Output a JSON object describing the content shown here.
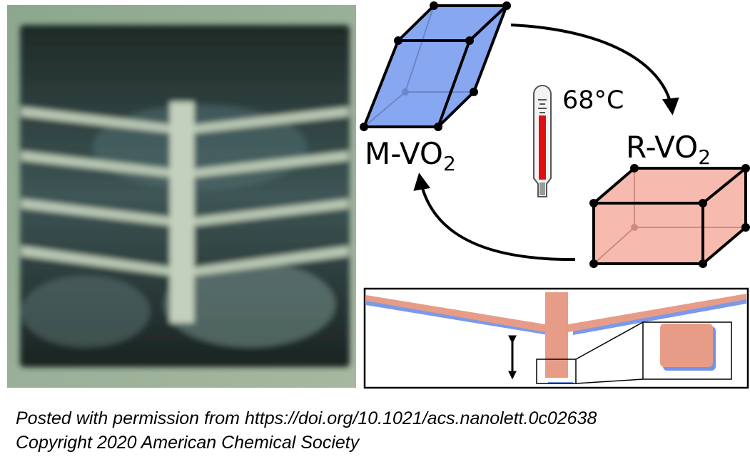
{
  "figure": {
    "phase_monoclinic": "M-VO",
    "phase_rutile": "R-VO",
    "subscript": "2",
    "temperature": "68°C",
    "colors": {
      "monoclinic_fill": "#7a9ff0",
      "rutile_fill": "#f6b2a6",
      "thermometer_mercury": "#e01010",
      "deflection_mesh": "#e79c88",
      "deflection_shadow": "#5a7fe6"
    }
  },
  "caption": {
    "line1": "Posted with permission from https://doi.org/10.1021/acs.nanolett.0c02638",
    "line2": "Copyright 2020 American Chemical Society"
  }
}
